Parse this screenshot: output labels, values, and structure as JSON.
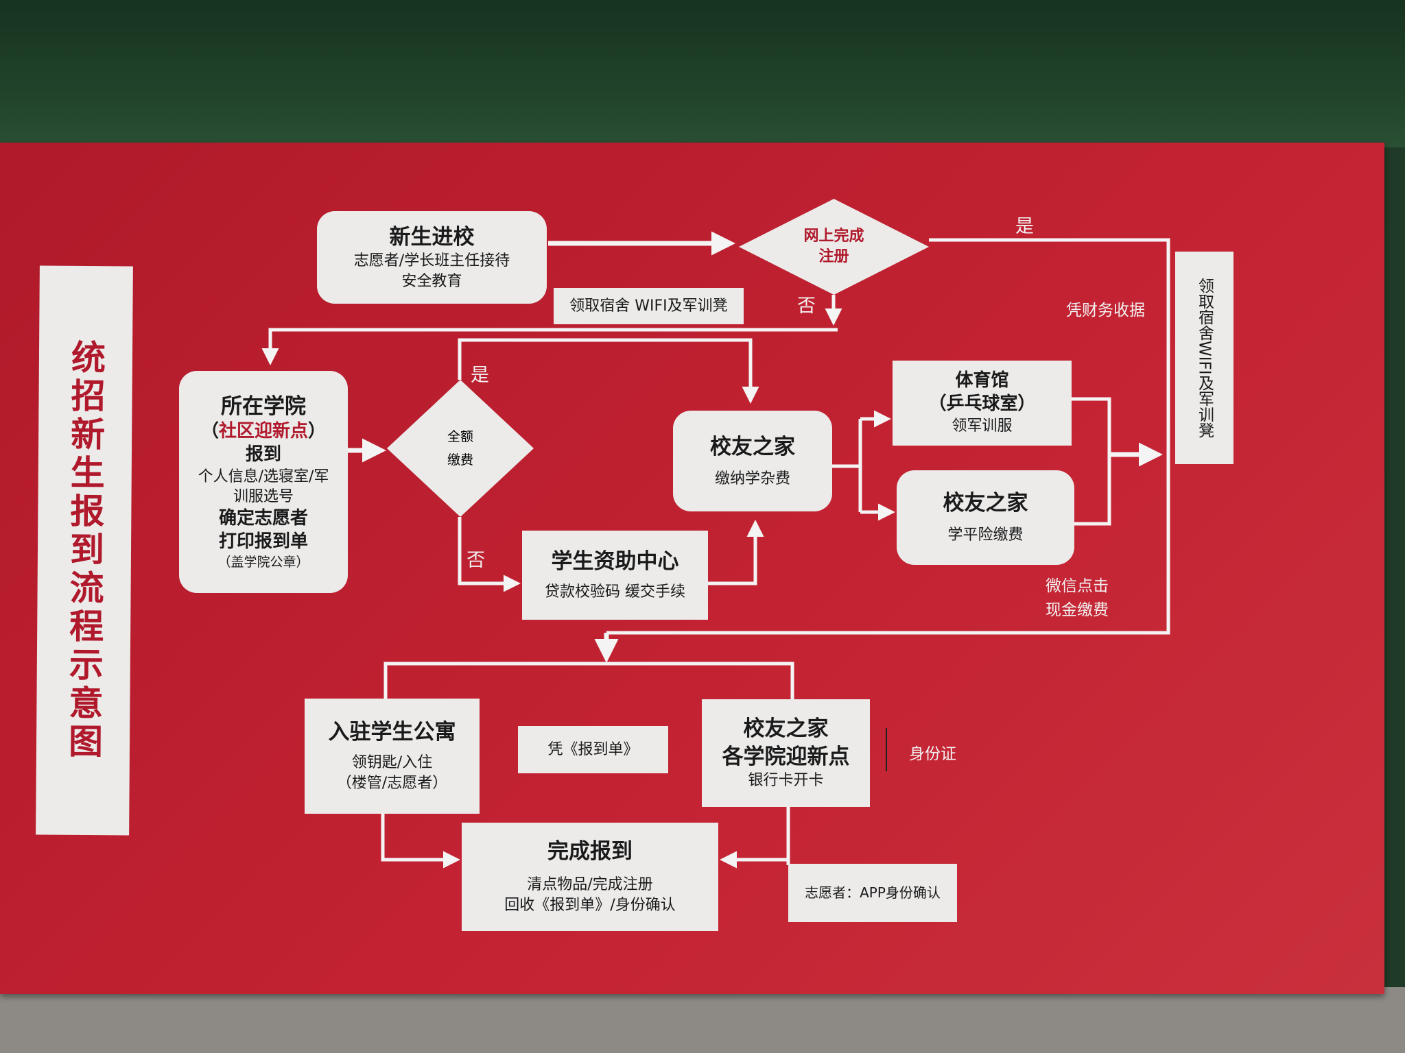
{
  "title": "统招新生报到流程示意图",
  "nodes": {
    "enter": {
      "title": "新生进校",
      "line1": "志愿者/学长班主任接待",
      "line2": "安全教育"
    },
    "online_check": {
      "line1": "网上完成",
      "line2": "注册"
    },
    "wifi_label": "领取宿舍 WIFI及军训凳",
    "college": {
      "title": "所在学院",
      "subtitle_open": "（",
      "subtitle": "社区迎新点",
      "subtitle_close": "）",
      "line1": "报到",
      "line2": "个人信息/选寝室/军",
      "line3": "训服选号",
      "line4": "确定志愿者",
      "line5": "打印报到单",
      "line6": "（盖学院公章）"
    },
    "full_pay": {
      "line1": "全额",
      "line2": "缴费"
    },
    "aid_center": {
      "title": "学生资助中心",
      "line1": "贷款校验码  缓交手续"
    },
    "alumni_fees": {
      "title": "校友之家",
      "line1": "缴纳学杂费"
    },
    "gym": {
      "title": "体育馆",
      "line1": "（乒乓球室）",
      "line2": "领军训服"
    },
    "alumni_insurance": {
      "title": "校友之家",
      "line1": "学平险缴费"
    },
    "right_wifi": "领取宿舍WIFI及军训凳",
    "dorm": {
      "title": "入驻学生公寓",
      "line1": "领钥匙/入住",
      "line2": "（楼管/志愿者）"
    },
    "report_form": "凭《报到单》",
    "alumni_bank": {
      "title1": "校友之家",
      "title2": "各学院迎新点",
      "line1": "银行卡开卡"
    },
    "id_card": "身份证",
    "complete": {
      "title": "完成报到",
      "line1": "清点物品/完成注册",
      "line2": "回收《报到单》/身份确认"
    },
    "volunteer_app": "志愿者：APP身份确认"
  },
  "labels": {
    "yes_top": "是",
    "no_top": "否",
    "yes_mid": "是",
    "no_mid": "否",
    "finance_receipt": "凭财务收据",
    "wechat": "微信点击",
    "cash": "现金缴费"
  }
}
